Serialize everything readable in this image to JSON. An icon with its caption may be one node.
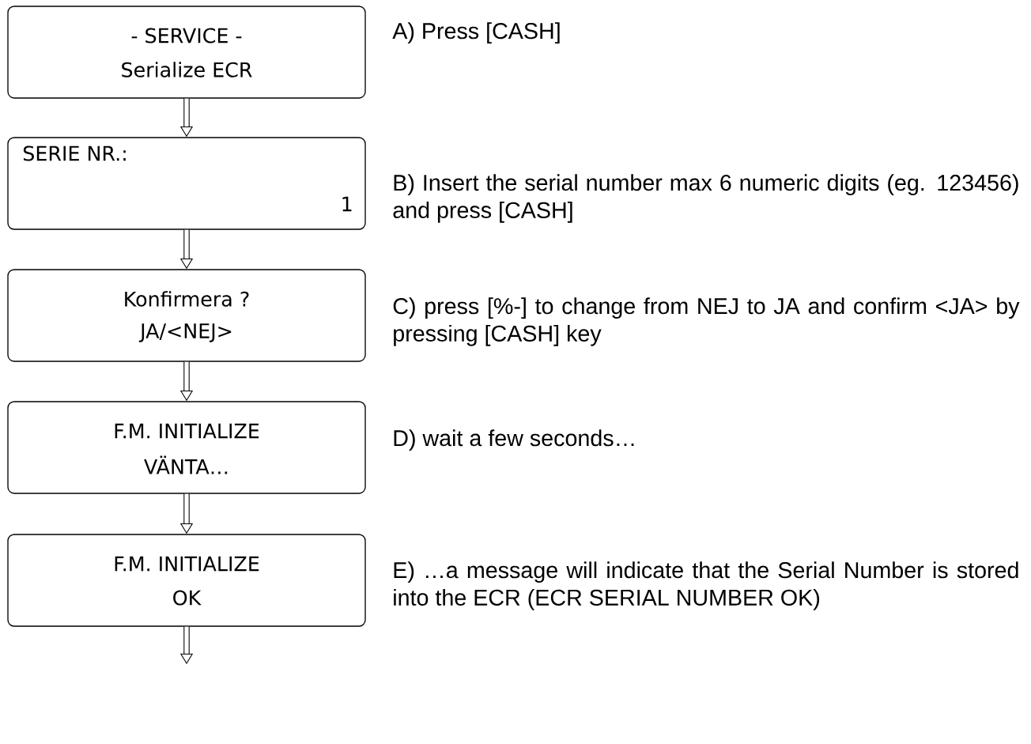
{
  "diagram": {
    "nodes": [
      {
        "text": [
          "- SERVICE -",
          "Serialize ECR"
        ],
        "beside": [
          "A) Press [CASH]"
        ]
      },
      {
        "text": [
          "SERIE NR.:",
          "1"
        ],
        "beside": [
          "B) Insert the serial number max 6 numeric digits (eg. 123456) and press [CASH]"
        ]
      },
      {
        "text": [
          "Konfirmera ?",
          "JA/<NEJ>"
        ],
        "beside": [
          "C) press [%-] to change from NEJ to JA and confirm <JA> by pressing [CASH] key"
        ]
      },
      {
        "text": [
          "F.M. INITIALIZE",
          "VÄNTA…"
        ],
        "beside": [
          "D) wait a few seconds…"
        ]
      },
      {
        "text": [
          "F.M. INITIALIZE",
          "OK"
        ],
        "beside": [
          "E) …a message will indicate that the Serial Number is stored into the ECR (ECR SERIAL NUMBER OK)"
        ]
      }
    ],
    "edges": [
      {
        "from": 0,
        "to": 1,
        "arrow": "to"
      },
      {
        "from": 1,
        "to": 2,
        "arrow": "to"
      },
      {
        "from": 2,
        "to": 3,
        "arrow": "to"
      },
      {
        "from": 3,
        "to": 4,
        "arrow": "to"
      },
      {
        "from": 4,
        "to": null,
        "arrow": "to"
      }
    ]
  }
}
